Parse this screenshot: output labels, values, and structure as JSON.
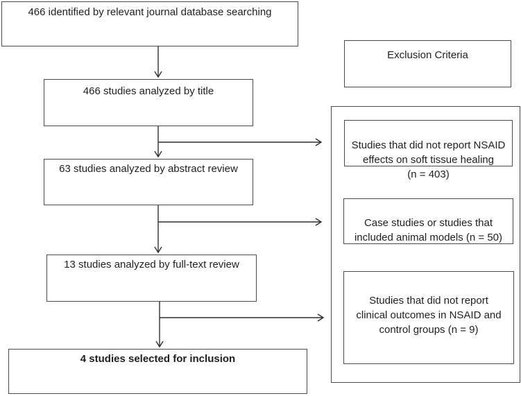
{
  "figure": {
    "type": "flowchart",
    "flow": [
      {
        "id": "identified",
        "label": "466 identified by relevant journal database searching"
      },
      {
        "id": "title-review",
        "label": "466 studies analyzed by title"
      },
      {
        "id": "abstract-review",
        "label": "63 studies analyzed by abstract review"
      },
      {
        "id": "fulltext-review",
        "label": "13 studies analyzed by full-text review"
      },
      {
        "id": "included",
        "label": "4 studies selected for inclusion"
      }
    ],
    "exclusion": {
      "header": "Exclusion Criteria",
      "items": [
        {
          "label": "Studies that did not report NSAID\neffects on soft tissue healing\n(n = 403)",
          "n": 403
        },
        {
          "label": "Case studies or studies that\nincluded animal models (n = 50)",
          "n": 50
        },
        {
          "label": "Studies that did not report\nclinical outcomes in NSAID and\ncontrol groups (n = 9)",
          "n": 9
        }
      ]
    },
    "counts": {
      "identified": 466,
      "title_reviewed": 466,
      "abstract_reviewed": 63,
      "fulltext_reviewed": 13,
      "included": 4
    },
    "colors": {
      "border": "#4a4a4a",
      "arrow": "#2f2f2f",
      "text": "#1f1f1f",
      "background": "#ffffff"
    }
  }
}
